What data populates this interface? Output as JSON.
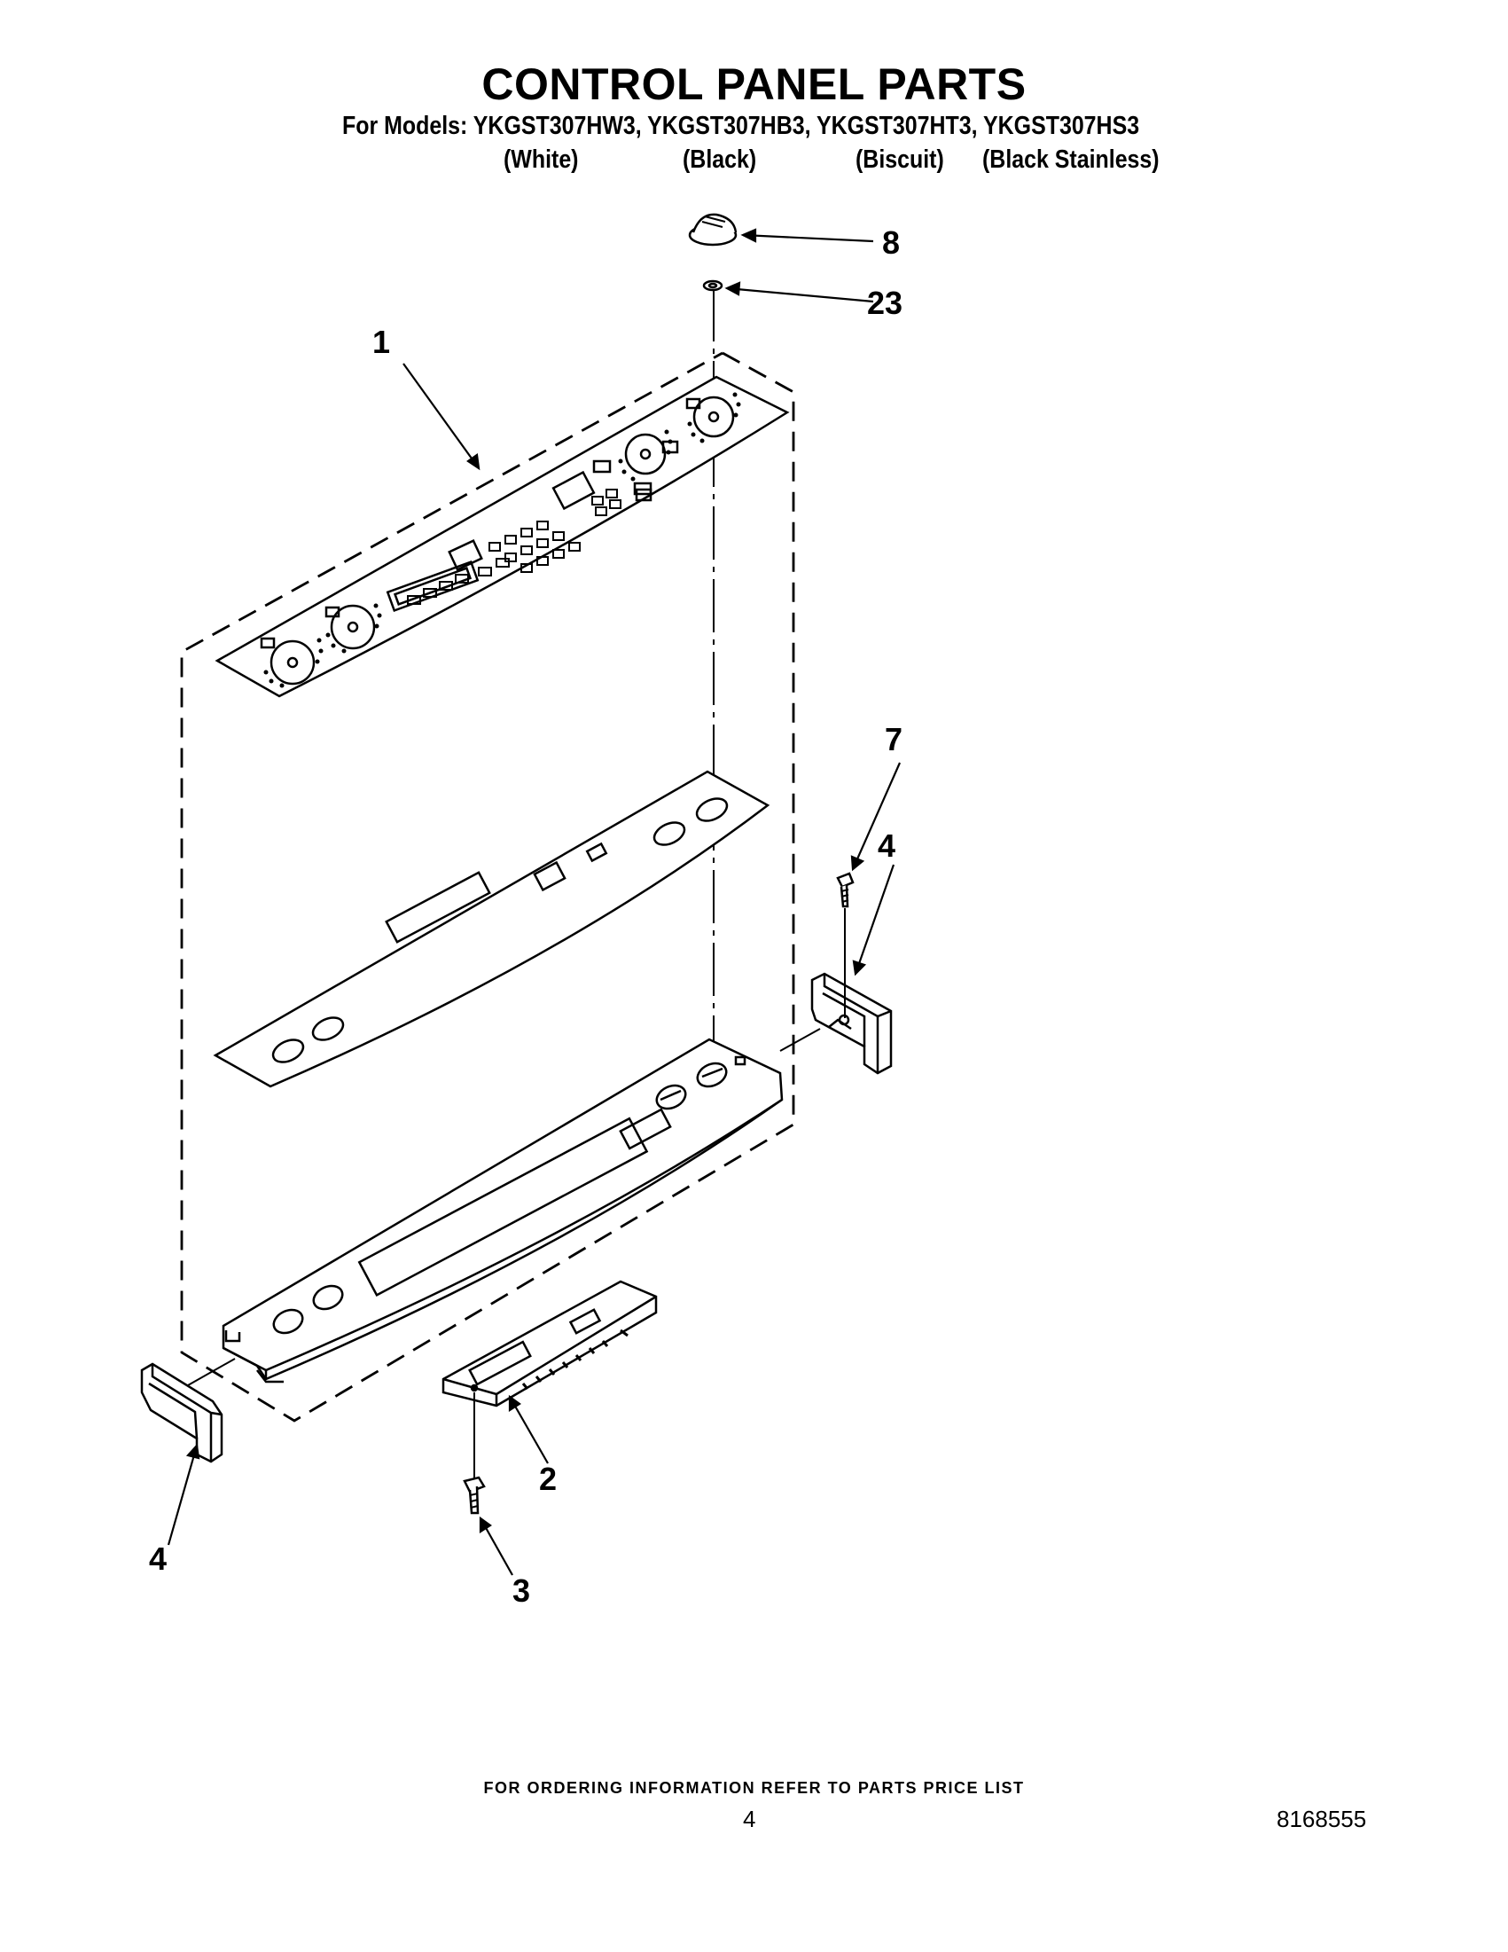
{
  "page": {
    "title": "CONTROL PANEL PARTS",
    "models_line": "For Models: YKGST307HW3, YKGST307HB3, YKGST307HT3, YKGST307HS3",
    "colors": [
      "(White)",
      "(Black)",
      "(Biscuit)",
      "(Black Stainless)"
    ],
    "footer": "FOR ORDERING INFORMATION REFER TO PARTS PRICE LIST",
    "page_number": "4",
    "document_number": "8168555"
  },
  "callouts": {
    "knob": "8",
    "washer": "23",
    "overlay": "1",
    "screw_right": "7",
    "end_cap_right": "4",
    "end_cap_left": "4",
    "control_board": "2",
    "screw_board": "3"
  }
}
